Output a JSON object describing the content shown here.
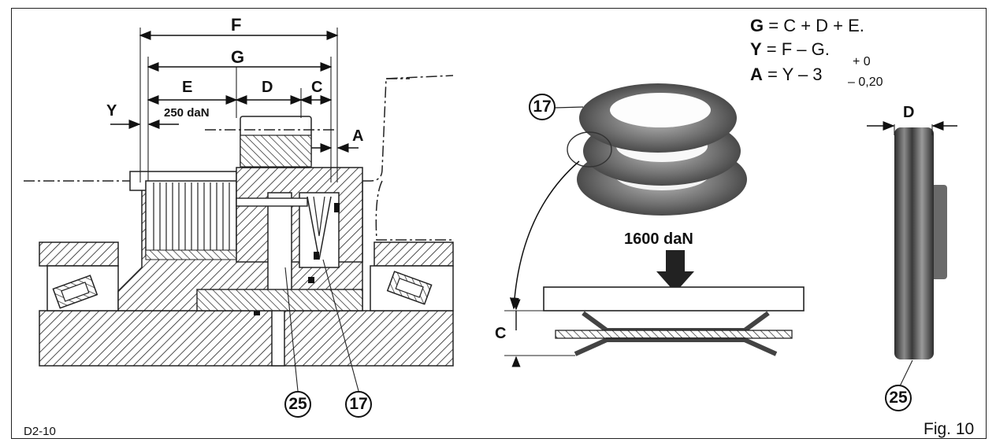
{
  "labels": {
    "F": "F",
    "G": "G",
    "E": "E",
    "D": "D",
    "C": "C",
    "Y": "Y",
    "A": "A",
    "force_small": "250 daN",
    "force_large": "1600 daN",
    "D_right": "D",
    "C_detail": "C"
  },
  "refs": {
    "r25_left": "25",
    "r17_left": "17",
    "r17_photo": "17",
    "r25_right": "25"
  },
  "formulas": {
    "g_var": "G",
    "g_rhs": " = C + D + E.",
    "y_var": "Y",
    "y_rhs": " = F – G.",
    "a_var": "A",
    "a_rhs": " = Y – 3",
    "tol_plus": "+ 0",
    "tol_minus": "– 0,20"
  },
  "corners": {
    "code": "D2-10",
    "fig": "Fig. 10"
  }
}
